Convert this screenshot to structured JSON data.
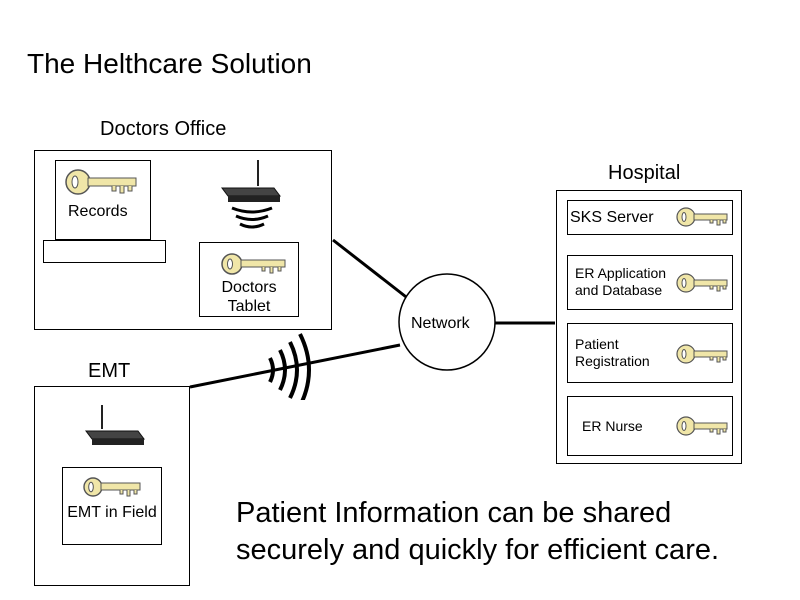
{
  "title": "The Helthcare Solution",
  "doctors_office": {
    "label": "Doctors Office",
    "records_label": "Records",
    "tablet_label": "Doctors Tablet"
  },
  "hospital": {
    "label": "Hospital",
    "items": [
      {
        "label": "SKS Server"
      },
      {
        "label": "ER Application and Database"
      },
      {
        "label": "Patient Registration"
      },
      {
        "label": "ER Nurse"
      }
    ]
  },
  "network_label": "Network",
  "emt": {
    "label": "EMT",
    "field_label": "EMT in Field"
  },
  "footer": "Patient Information can be shared securely and quickly for efficient care.",
  "colors": {
    "key_fill": "#f0e6a8",
    "key_stroke": "#555555"
  },
  "icons": [
    "key-icon",
    "wireless-router-icon",
    "wireless-signal-icon"
  ]
}
